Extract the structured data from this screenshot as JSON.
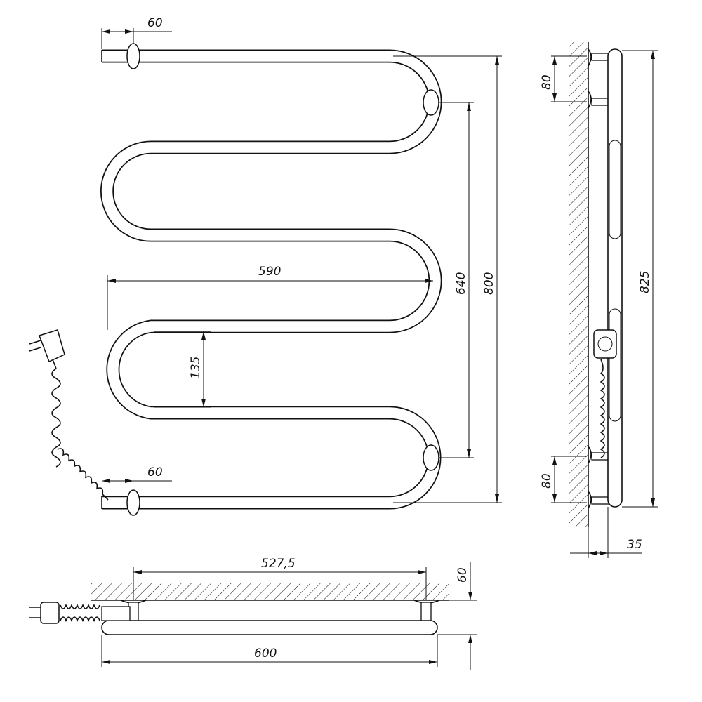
{
  "front_view": {
    "dims": {
      "top_offset": "60",
      "bottom_offset": "60",
      "width_590": "590",
      "height_640": "640",
      "height_800": "800",
      "pitch_135": "135"
    }
  },
  "side_view": {
    "dims": {
      "top_bracket": "80",
      "bottom_bracket": "80",
      "height_825": "825",
      "depth_35": "35"
    }
  },
  "bottom_view": {
    "dims": {
      "bracket_span": "527,5",
      "wall_offset": "60",
      "width_600": "600"
    }
  },
  "colors": {
    "line": "#111111",
    "background": "#ffffff"
  }
}
